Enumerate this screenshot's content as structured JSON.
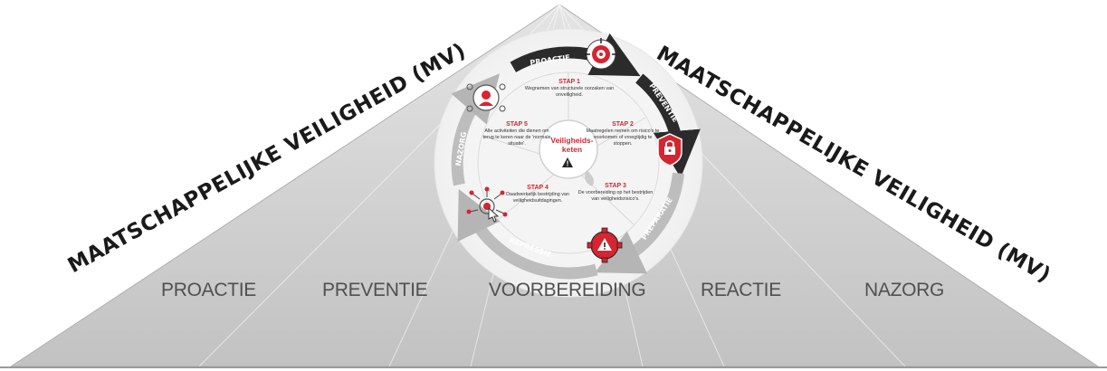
{
  "slope_left_title": "MAATSCHAPPELIJKE VEILIGHEID (MV)",
  "slope_right_title": "MAATSCHAPPELIJKE VEILIGHEID (MV)",
  "phases": [
    "PROACTIE",
    "PREVENTIE",
    "VOORBEREIDING",
    "REACTIE",
    "NAZORG"
  ],
  "ring_labels": {
    "proactie": "PROACTIE",
    "preventie": "PREVENTIE",
    "preparatie": "PREPARATIE",
    "repressie": "REPRESSIE",
    "nazorg": "NAZORG"
  },
  "center": {
    "line1": "Veiligheids-",
    "line2": "keten"
  },
  "steps": [
    {
      "title": "STAP 1",
      "text": "Wegnemen van structurele oorzaken van onveiligheid."
    },
    {
      "title": "STAP 2",
      "text": "Maatregelen nemen om risico's te voorkomen of vroegtijdig te stoppen."
    },
    {
      "title": "STAP 3",
      "text": "De voorbereiding op het bestrijden van veiligheidsrisico's."
    },
    {
      "title": "STAP 4",
      "text": "Daadwerkelijk bestrijding van veiligheidsuitdagingen."
    },
    {
      "title": "STAP 5",
      "text": "Alle activiteiten die dienen om terug te keren naar de 'normale situatie'."
    }
  ],
  "icons": [
    "target-gear-icon",
    "shield-lock-icon",
    "warning-gear-icon",
    "touch-network-icon",
    "person-network-icon"
  ],
  "colors": {
    "accent": "#d62430",
    "ring_dark": "#2b2b2b",
    "ring_light": "#bdbdbd",
    "pyramid": "#cfcfcf"
  }
}
